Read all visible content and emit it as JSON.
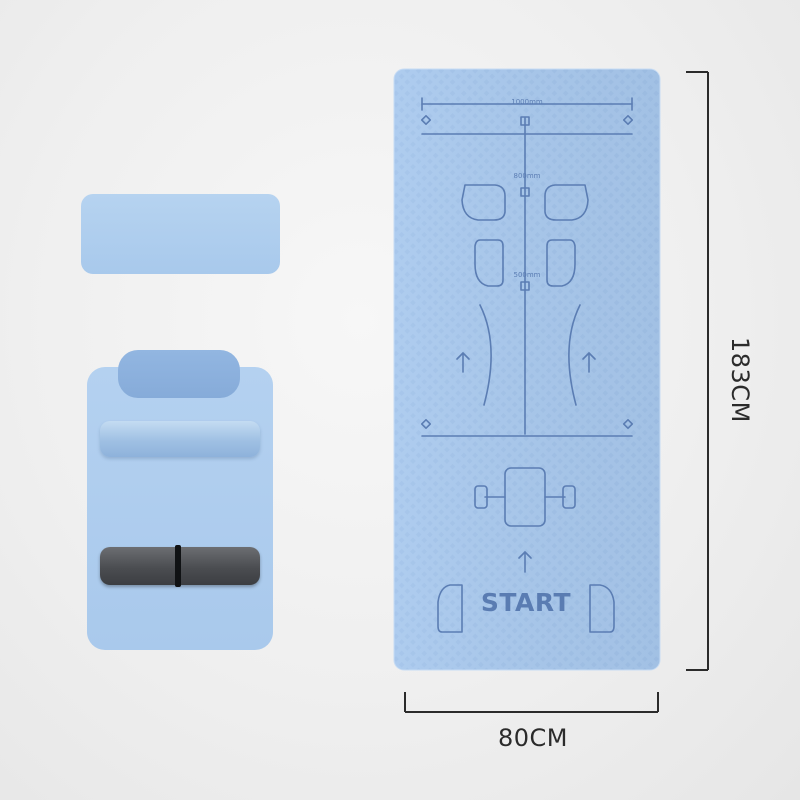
{
  "product": {
    "mat_label": "START",
    "width_label": "80CM",
    "height_label": "183CM",
    "ticks": {
      "top": "1000mm",
      "middle": "800mm",
      "lower": "500mm"
    }
  },
  "colors": {
    "mat": "#a9c9ee",
    "mat_lines": "#5b7db3",
    "bag": "#b4d1f0",
    "dark_roll": "#4b4d51",
    "dimension_lines": "#2b2b2b"
  }
}
